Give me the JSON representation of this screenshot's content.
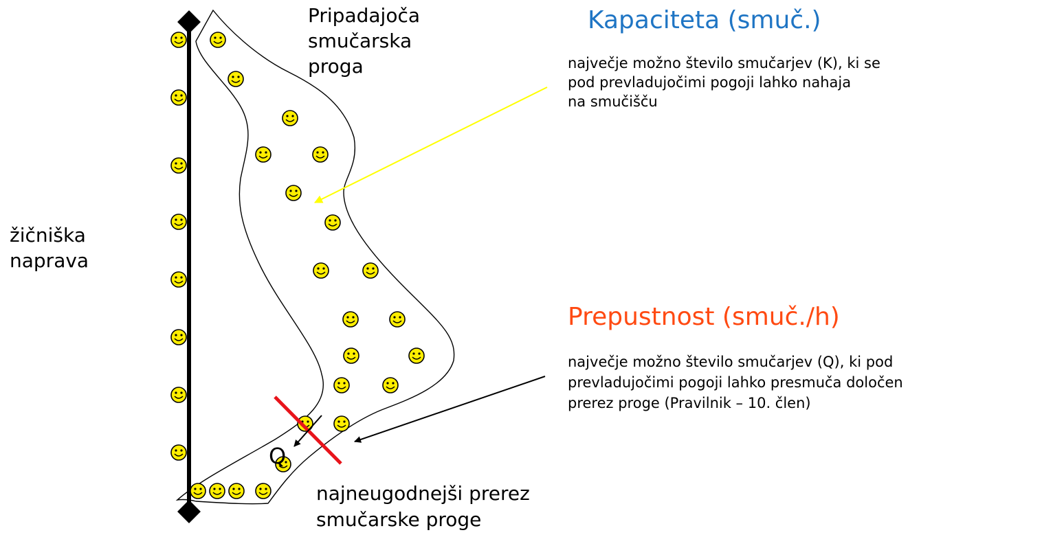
{
  "labels": {
    "track": [
      "Pripadajoča",
      "smučarska",
      "proga"
    ],
    "lift": [
      "žičniška",
      "naprava"
    ],
    "worst_section": [
      "najneugodnejši prerez",
      "smučarske proge"
    ],
    "q_marker": "Q"
  },
  "capacity": {
    "title": "Kapaciteta (smuč.)",
    "description": [
      "največje možno število smučarjev (K), ki se",
      "pod prevladujočimi pogoji lahko nahaja",
      "na smučišču"
    ],
    "color": "#1f75c4"
  },
  "throughput": {
    "title": "Prepustnost (smuč./h)",
    "description": [
      "največje možno število smučarjev (Q), ki pod",
      "prevladujočimi pogoji lahko presmuča določen",
      "prerez proge (Pravilnik – 10. člen)"
    ],
    "color": "#ff4a12"
  },
  "colors": {
    "smiley_fill": "#ffee00",
    "capacity_arrow": "#ffff00",
    "cross_section": "#e8141b",
    "lift_line": "#000000"
  },
  "icons": {
    "skier": "smiley-face",
    "lift_station": "diamond"
  }
}
